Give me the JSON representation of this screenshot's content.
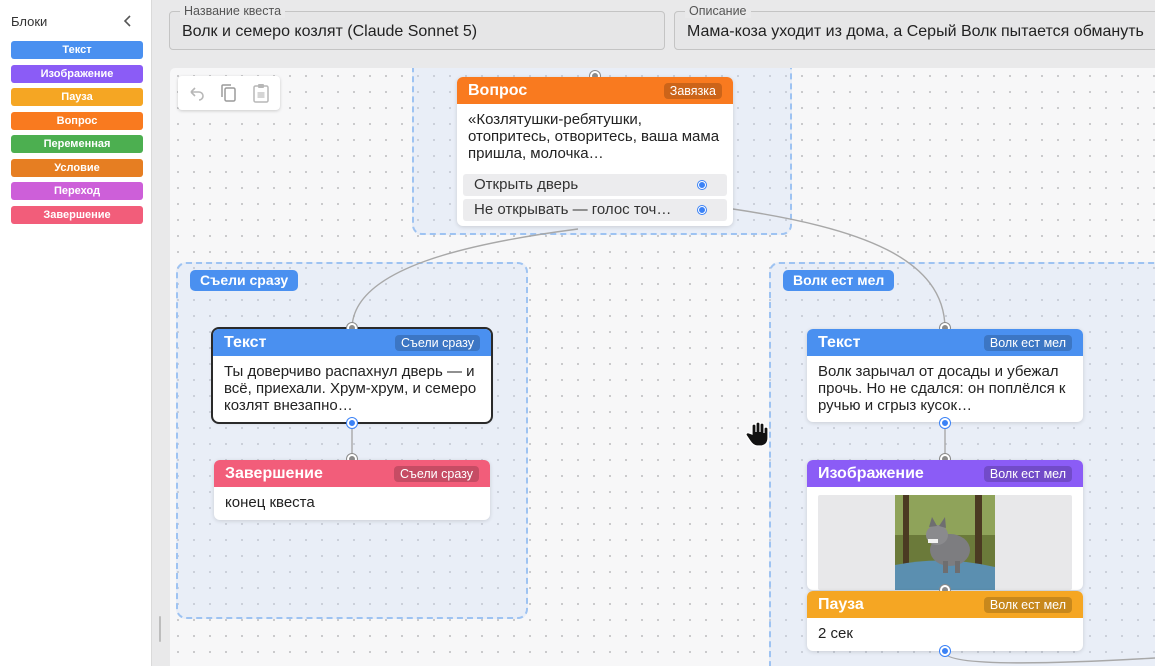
{
  "sidebar": {
    "title": "Блоки",
    "blocks": [
      {
        "label": "Текст",
        "color": "#4a90f0"
      },
      {
        "label": "Изображение",
        "color": "#8b5cf6"
      },
      {
        "label": "Пауза",
        "color": "#f5a623"
      },
      {
        "label": "Вопрос",
        "color": "#f97a1f"
      },
      {
        "label": "Переменная",
        "color": "#4caf50"
      },
      {
        "label": "Условие",
        "color": "#e67e22"
      },
      {
        "label": "Переход",
        "color": "#cd5fd9"
      },
      {
        "label": "Завершение",
        "color": "#f25d7a"
      }
    ]
  },
  "header": {
    "name_label": "Название квеста",
    "name_value": "Волк и семеро козлят (Claude Sonnet 5)",
    "desc_label": "Описание",
    "desc_value": "Мама-коза уходит из дома, а Серый Волк пытается обмануть"
  },
  "groups": {
    "eaten": "Съели сразу",
    "chalk": "Волк ест мел"
  },
  "nodes": {
    "question": {
      "title": "Вопрос",
      "tag": "Завязка",
      "text": "«Козлятушки-ребятушки, отопритесь, отворитесь, ваша мама пришла, молочка…",
      "options": [
        "Открыть дверь",
        "Не открывать — голос точ…"
      ],
      "color": "#f97a1f"
    },
    "eaten_text": {
      "title": "Текст",
      "tag": "Съели сразу",
      "text": "Ты доверчиво распахнул дверь — и всё, приехали. Хрум-хрум, и семеро козлят внезапно…",
      "color": "#4a90f0"
    },
    "eaten_end": {
      "title": "Завершение",
      "tag": "Съели сразу",
      "text": "конец квеста",
      "color": "#f25d7a"
    },
    "chalk_text": {
      "title": "Текст",
      "tag": "Волк ест мел",
      "text": "Волк зарычал от досады и убежал прочь. Но не сдался: он поплёлся к ручью и сгрыз кусок…",
      "color": "#4a90f0"
    },
    "chalk_image": {
      "title": "Изображение",
      "tag": "Волк ест мел",
      "color": "#8b5cf6"
    },
    "chalk_pause": {
      "title": "Пауза",
      "tag": "Волк ест мел",
      "text": "2 сек",
      "color": "#f5a623"
    }
  },
  "icons": {
    "undo": "undo-icon",
    "copy": "copy-icon",
    "paste": "paste-icon",
    "collapse": "chevron-left-icon",
    "cursor": "hand-cursor-icon"
  }
}
